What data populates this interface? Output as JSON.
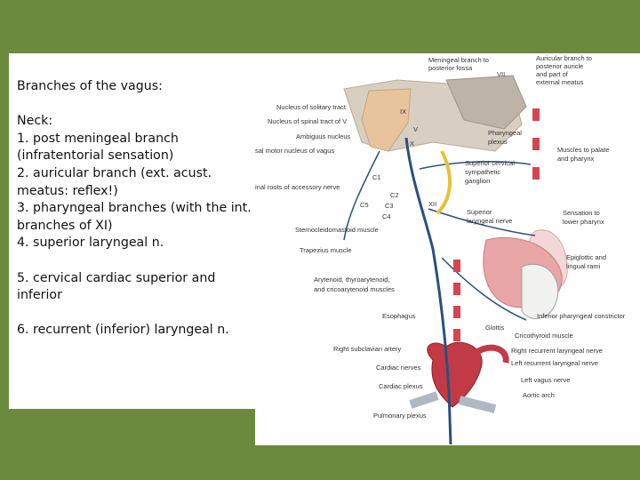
{
  "text": {
    "title": "Branches of the vagus:",
    "neck_heading": "Neck:",
    "item1a": "1. post meningeal branch",
    "item1b": "(infratentorial sensation)",
    "item2a": "2. auricular branch (ext. acust.",
    "item2b": "meatus: reflex!)",
    "item3a": "3. pharyngeal branches (with the int.",
    "item3b": "branches of XI)",
    "item4": "4. superior laryngeal n.",
    "item5a": "5. cervical cardiac superior and",
    "item5b": "inferior",
    "item6": "6. recurrent (inferior) laryngeal n."
  },
  "figure": {
    "labels": {
      "meningeal_1": "Meningeal branch to",
      "meningeal_2": "posterior fossa",
      "auricular_1": "Auricular branch to",
      "auricular_2": "posterior auricle",
      "auricular_3": "and part of",
      "auricular_4": "external meatus",
      "cn_vii": "VII",
      "cn_ix": "IX",
      "cn_v": "V",
      "cn_x": "X",
      "cn_xii": "XII",
      "solitary": "Nucleus of solitary tract",
      "spinal_v": "Nucleus of spinal tract of V",
      "ambiguus": "Ambiguus nucleus",
      "dorsal_motor": "sal motor nucleus of vagus",
      "pharyngeal_plexus_1": "Pharyngeal",
      "pharyngeal_plexus_2": "plexus",
      "muscles_palate_1": "Muscles to palate",
      "muscles_palate_2": "and pharynx",
      "sup_cervical_1": "Superior cervical",
      "sup_cervical_2": "sympathetic",
      "sup_cervical_3": "ganglion",
      "c1": "C1",
      "c2": "C2",
      "c3": "C3",
      "c4": "C4",
      "c5": "C5",
      "accessory_roots": "inal roots of accessory nerve",
      "sup_laryngeal_1": "Superior",
      "sup_laryngeal_2": "laryngeal nerve",
      "sensation_1": "Sensation to",
      "sensation_2": "lower pharynx",
      "scm": "Sternocleidomastoid muscle",
      "trapezius": "Trapezius muscle",
      "epiglottic_1": "Epiglottic and",
      "epiglottic_2": "lingual rami",
      "arytenoid_1": "Arytenoid, thyroarytenoid,",
      "arytenoid_2": "and cricoarytenoid muscles",
      "esophagus": "Esophagus",
      "inf_constrictor": "Inferior pharyngeal constrictor",
      "glottis": "Glottis",
      "cricothyroid": "Cricothyroid muscle",
      "right_subclavian": "Right subclavian artery",
      "right_recurrent": "Right recurrent laryngeal nerve",
      "cardiac_nerves": "Cardiac nerves",
      "left_recurrent": "Left recurrent laryngeal nerve",
      "left_vagus": "Left vagus nerve",
      "cardiac_plexus": "Cardiac plexus",
      "aortic_arch": "Aortic arch",
      "pulmonary_plexus": "Pulmonary plexus"
    }
  }
}
